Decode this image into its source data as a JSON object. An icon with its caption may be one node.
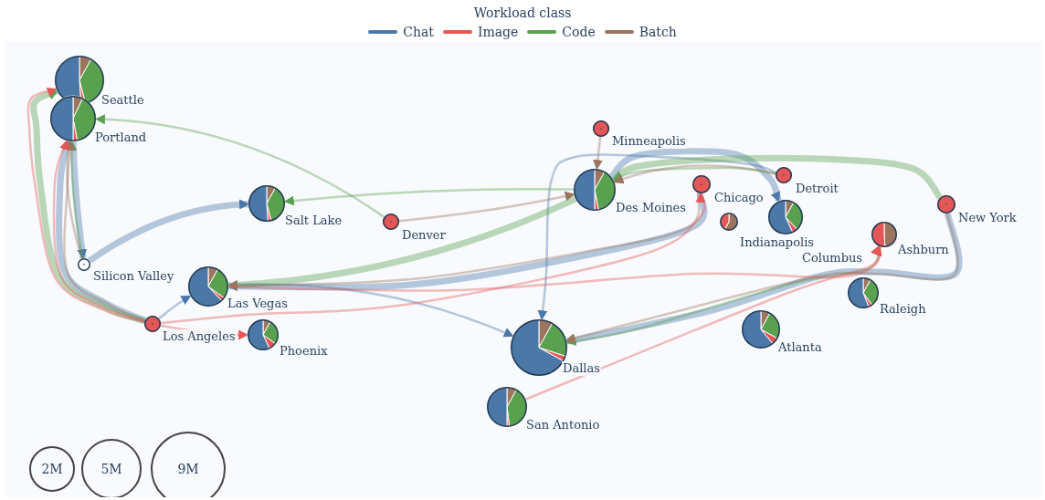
{
  "diagram": {
    "nodes": [
      {
        "text": [
          "Seattle"
        ]
      },
      {
        "text": [
          "Portland"
        ]
      },
      {
        "text": [
          "Salt Lake"
        ]
      },
      {
        "text": [
          "Minneapolis"
        ]
      },
      {
        "text": [
          "Des Moines"
        ]
      },
      {
        "text": [
          "Chicago"
        ]
      },
      {
        "text": [
          "Detroit"
        ]
      },
      {
        "text": [
          "Denver"
        ]
      },
      {
        "text": [
          "Indianapolis"
        ]
      },
      {
        "text": [
          "Columbus"
        ]
      },
      {
        "text": [
          "New York"
        ]
      },
      {
        "text": [
          "Ashburn"
        ]
      },
      {
        "text": [
          "Silicon Valley"
        ]
      },
      {
        "text": [
          "Las Vegas"
        ]
      },
      {
        "text": [
          "Raleigh"
        ]
      },
      {
        "text": [
          "Los Angeles"
        ]
      },
      {
        "text": [
          "Phoenix"
        ]
      },
      {
        "text": [
          "Atlanta"
        ]
      },
      {
        "text": [
          "Dallas"
        ]
      },
      {
        "text": [
          "San Antonio"
        ]
      },
      {
        "text": [
          "2M"
        ]
      },
      {
        "text": [
          "5M"
        ]
      },
      {
        "text": [
          "9M"
        ]
      }
    ],
    "edges": [
      {
        "from": 12,
        "to": 2,
        "arrow": "to",
        "style": "thick",
        "color": "#4c78a8"
      },
      {
        "from": 1,
        "to": 12,
        "arrow": "to",
        "style": "thick",
        "color": "#4c78a8"
      },
      {
        "from": 15,
        "to": 1,
        "arrow": "to",
        "style": "thick",
        "color": "#4c78a8"
      },
      {
        "from": 15,
        "to": 13,
        "arrow": "to",
        "color": "#4c78a8"
      },
      {
        "from": 13,
        "to": 18,
        "arrow": "to",
        "color": "#4c78a8"
      },
      {
        "from": 5,
        "to": 13,
        "arrow": "to",
        "style": "thick",
        "color": "#4c78a8"
      },
      {
        "from": 4,
        "to": 9,
        "arrow": "to",
        "style": "thick",
        "color": "#4c78a8"
      },
      {
        "from": 6,
        "to": 18,
        "arrow": "to",
        "color": "#4c78a8"
      },
      {
        "from": 10,
        "to": 18,
        "arrow": "to",
        "style": "thick",
        "color": "#4c78a8"
      },
      {
        "from": 7,
        "to": 1,
        "arrow": "to",
        "color": "#59a14f"
      },
      {
        "from": 10,
        "to": 4,
        "arrow": "to",
        "style": "thick",
        "color": "#59a14f"
      },
      {
        "from": 6,
        "to": 4,
        "arrow": "to",
        "color": "#59a14f"
      },
      {
        "from": 4,
        "to": 13,
        "arrow": "to",
        "style": "thick",
        "color": "#59a14f"
      },
      {
        "from": 12,
        "to": 1,
        "arrow": "to",
        "color": "#59a14f"
      },
      {
        "from": 15,
        "to": 0,
        "arrow": "to",
        "style": "thick",
        "color": "#59a14f"
      },
      {
        "from": 11,
        "to": 18,
        "arrow": "to",
        "color": "#59a14f"
      },
      {
        "from": 3,
        "to": 4,
        "arrow": "to",
        "color": "#9c755f"
      },
      {
        "from": 6,
        "to": 4,
        "arrow": "to",
        "color": "#9c755f"
      },
      {
        "from": 7,
        "to": 4,
        "arrow": "to",
        "color": "#9c755f"
      },
      {
        "from": 5,
        "to": 13,
        "arrow": "to",
        "color": "#9c755f"
      },
      {
        "from": 15,
        "to": 1,
        "arrow": "to",
        "color": "#9c755f"
      },
      {
        "from": 12,
        "to": 1,
        "arrow": "to",
        "color": "#9c755f"
      },
      {
        "from": 10,
        "to": 18,
        "arrow": "to",
        "color": "#9c755f"
      },
      {
        "from": 15,
        "to": 0,
        "arrow": "to",
        "color": "#e45756"
      },
      {
        "from": 15,
        "to": 1,
        "arrow": "to",
        "color": "#e45756"
      },
      {
        "from": 15,
        "to": 16,
        "arrow": "to",
        "color": "#e45756"
      },
      {
        "from": 15,
        "to": 5,
        "arrow": "to",
        "color": "#e45756"
      },
      {
        "from": 13,
        "to": 11,
        "arrow": "to",
        "color": "#e45756"
      },
      {
        "from": 19,
        "to": 11,
        "arrow": "to",
        "color": "#e45756"
      },
      {
        "from": 4,
        "to": 2,
        "arrow": "to",
        "color": "#59a14f"
      }
    ],
    "labels": [
      "Workload class"
    ],
    "legend": [
      {
        "text": "Chat",
        "color": "#4c78a8"
      },
      {
        "text": "Image",
        "color": "#e45756"
      },
      {
        "text": "Code",
        "color": "#59a14f"
      },
      {
        "text": "Batch",
        "color": "#9c755f"
      }
    ]
  }
}
